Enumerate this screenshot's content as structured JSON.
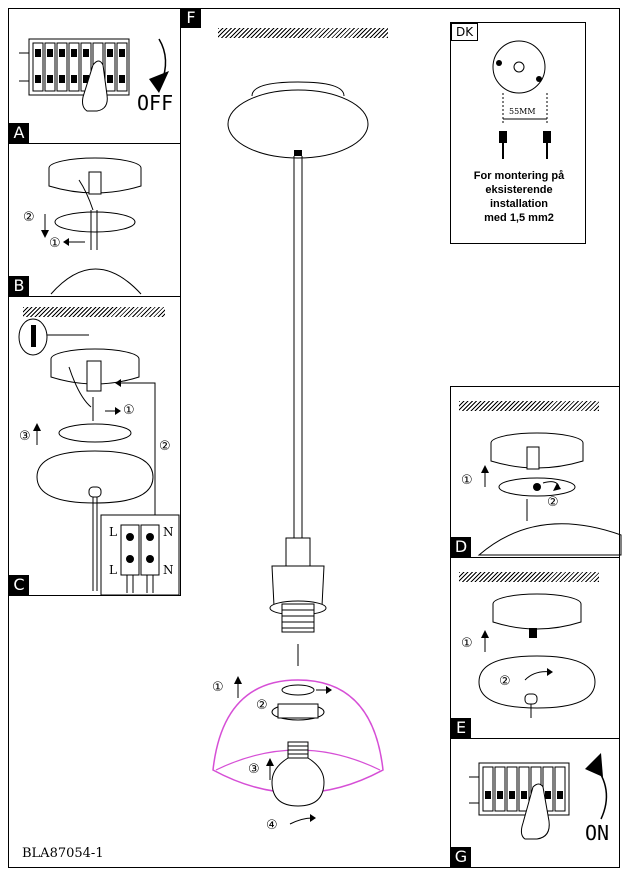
{
  "panels": {
    "A": {
      "label": "A",
      "action_text": "OFF"
    },
    "B": {
      "label": "B",
      "steps": [
        "②",
        "①"
      ]
    },
    "C": {
      "label": "C",
      "steps": [
        "①",
        "②",
        "③"
      ],
      "terminal": {
        "top_left": "L",
        "top_right": "N",
        "bottom_left": "L",
        "bottom_right": "N"
      }
    },
    "D": {
      "label": "D",
      "steps": [
        "①",
        "②"
      ]
    },
    "E": {
      "label": "E",
      "steps": [
        "①",
        "②"
      ]
    },
    "G": {
      "label": "G",
      "action_text": "ON"
    },
    "F": {
      "label": "F",
      "steps": [
        "①",
        "②",
        "③",
        "④"
      ]
    }
  },
  "dk": {
    "tag": "DK",
    "dimension": "55MM",
    "text_lines": [
      "For montering på",
      "eksisterende",
      "installation",
      "med 1,5 mm2"
    ]
  },
  "doc_code": "BLA87054-1",
  "colors": {
    "shade_outline": "#d64fd6",
    "ink": "#000000"
  }
}
